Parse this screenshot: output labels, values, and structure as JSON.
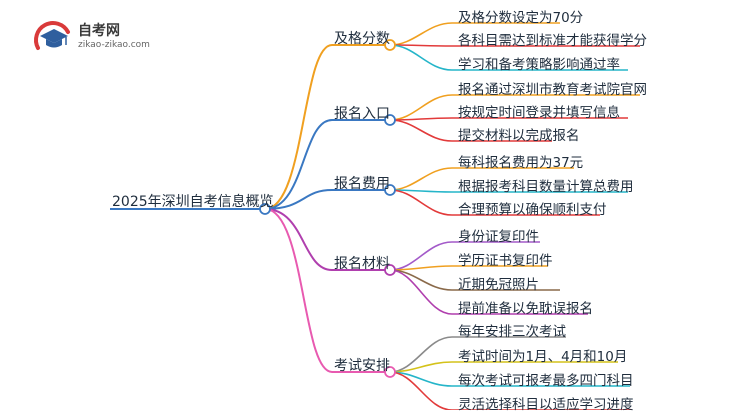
{
  "logo": {
    "title": "自考网",
    "url": "zikao-zikao.com",
    "icon": "graduation-cap-icon",
    "colors": {
      "circle": "#d93a3a",
      "cap": "#2f5f9e"
    }
  },
  "mindmap": {
    "root": {
      "label": "2025年深圳自考信息概览",
      "color": "#3a78c2"
    },
    "branches": [
      {
        "label": "及格分数",
        "color": "#f0a020",
        "leaves": [
          "及格分数设定为70分",
          "各科目需达到标准才能获得学分",
          "学习和备考策略影响通过率"
        ],
        "leaf_colors": [
          "#f0a020",
          "#e23a3a",
          "#25b5c9"
        ]
      },
      {
        "label": "报名入口",
        "color": "#3a78c2",
        "leaves": [
          "报名通过深圳市教育考试院官网",
          "按规定时间登录并填写信息",
          "提交材料以完成报名"
        ],
        "leaf_colors": [
          "#f0a020",
          "#e23a3a",
          "#e23a3a"
        ]
      },
      {
        "label": "报名费用",
        "color": "#3a78c2",
        "leaves": [
          "每科报名费用为37元",
          "根据报考科目数量计算总费用",
          "合理预算以确保顺利支付"
        ],
        "leaf_colors": [
          "#f0a020",
          "#25b5c9",
          "#e23a3a"
        ]
      },
      {
        "label": "报名材料",
        "color": "#b03fae",
        "leaves": [
          "身份证复印件",
          "学历证书复印件",
          "近期免冠照片",
          "提前准备以免耽误报名"
        ],
        "leaf_colors": [
          "#a35ac9",
          "#f0a020",
          "#8a6a4a",
          "#b03fae"
        ]
      },
      {
        "label": "考试安排",
        "color": "#e85ab0",
        "leaves": [
          "每年安排三次考试",
          "考试时间为1月、4月和10月",
          "每次考试可报考最多四门科目",
          "灵活选择科目以适应学习进度"
        ],
        "leaf_colors": [
          "#8a8a8a",
          "#d4c21a",
          "#25b5c9",
          "#e23a3a"
        ]
      }
    ]
  }
}
